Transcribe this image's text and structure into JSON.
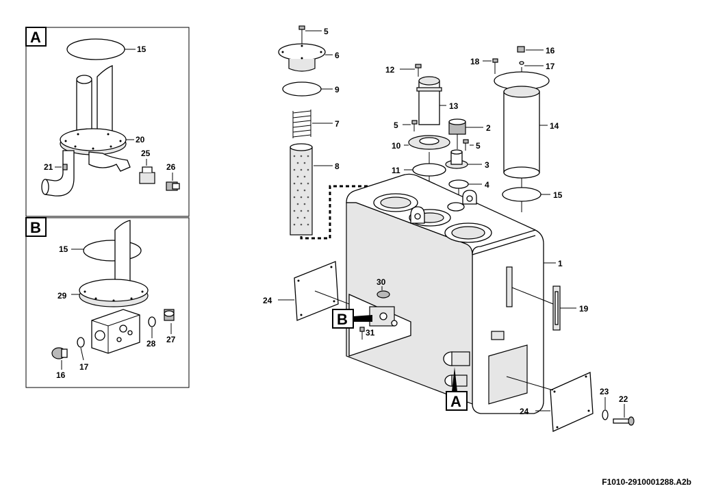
{
  "figure_id": "F1010-2910001288.A2b",
  "panels": [
    {
      "label": "A"
    },
    {
      "label": "B"
    }
  ],
  "detail_markers": [
    {
      "label": "B"
    },
    {
      "label": "A"
    }
  ],
  "callouts": [
    {
      "key": "m5a",
      "text": "5"
    },
    {
      "key": "m6",
      "text": "6"
    },
    {
      "key": "m9",
      "text": "9"
    },
    {
      "key": "m7",
      "text": "7"
    },
    {
      "key": "m8",
      "text": "8"
    },
    {
      "key": "m12",
      "text": "12"
    },
    {
      "key": "m13",
      "text": "13"
    },
    {
      "key": "m5b",
      "text": "5"
    },
    {
      "key": "m10",
      "text": "10"
    },
    {
      "key": "m2",
      "text": "2"
    },
    {
      "key": "m5c",
      "text": "5"
    },
    {
      "key": "m3",
      "text": "3"
    },
    {
      "key": "m11",
      "text": "11"
    },
    {
      "key": "m4",
      "text": "4"
    },
    {
      "key": "m18",
      "text": "18"
    },
    {
      "key": "m16a",
      "text": "16"
    },
    {
      "key": "m17a",
      "text": "17"
    },
    {
      "key": "m14",
      "text": "14"
    },
    {
      "key": "m15a",
      "text": "15"
    },
    {
      "key": "m1",
      "text": "1"
    },
    {
      "key": "m19",
      "text": "19"
    },
    {
      "key": "m30",
      "text": "30"
    },
    {
      "key": "m24a",
      "text": "24"
    },
    {
      "key": "m31",
      "text": "31"
    },
    {
      "key": "m23",
      "text": "23"
    },
    {
      "key": "m22",
      "text": "22"
    },
    {
      "key": "m24b",
      "text": "24"
    },
    {
      "key": "a15",
      "text": "15"
    },
    {
      "key": "a20",
      "text": "20"
    },
    {
      "key": "a25",
      "text": "25"
    },
    {
      "key": "a21",
      "text": "21"
    },
    {
      "key": "a26",
      "text": "26"
    },
    {
      "key": "b15",
      "text": "15"
    },
    {
      "key": "b29",
      "text": "29"
    },
    {
      "key": "b27",
      "text": "27"
    },
    {
      "key": "b28",
      "text": "28"
    },
    {
      "key": "b16",
      "text": "16"
    },
    {
      "key": "b17",
      "text": "17"
    }
  ]
}
